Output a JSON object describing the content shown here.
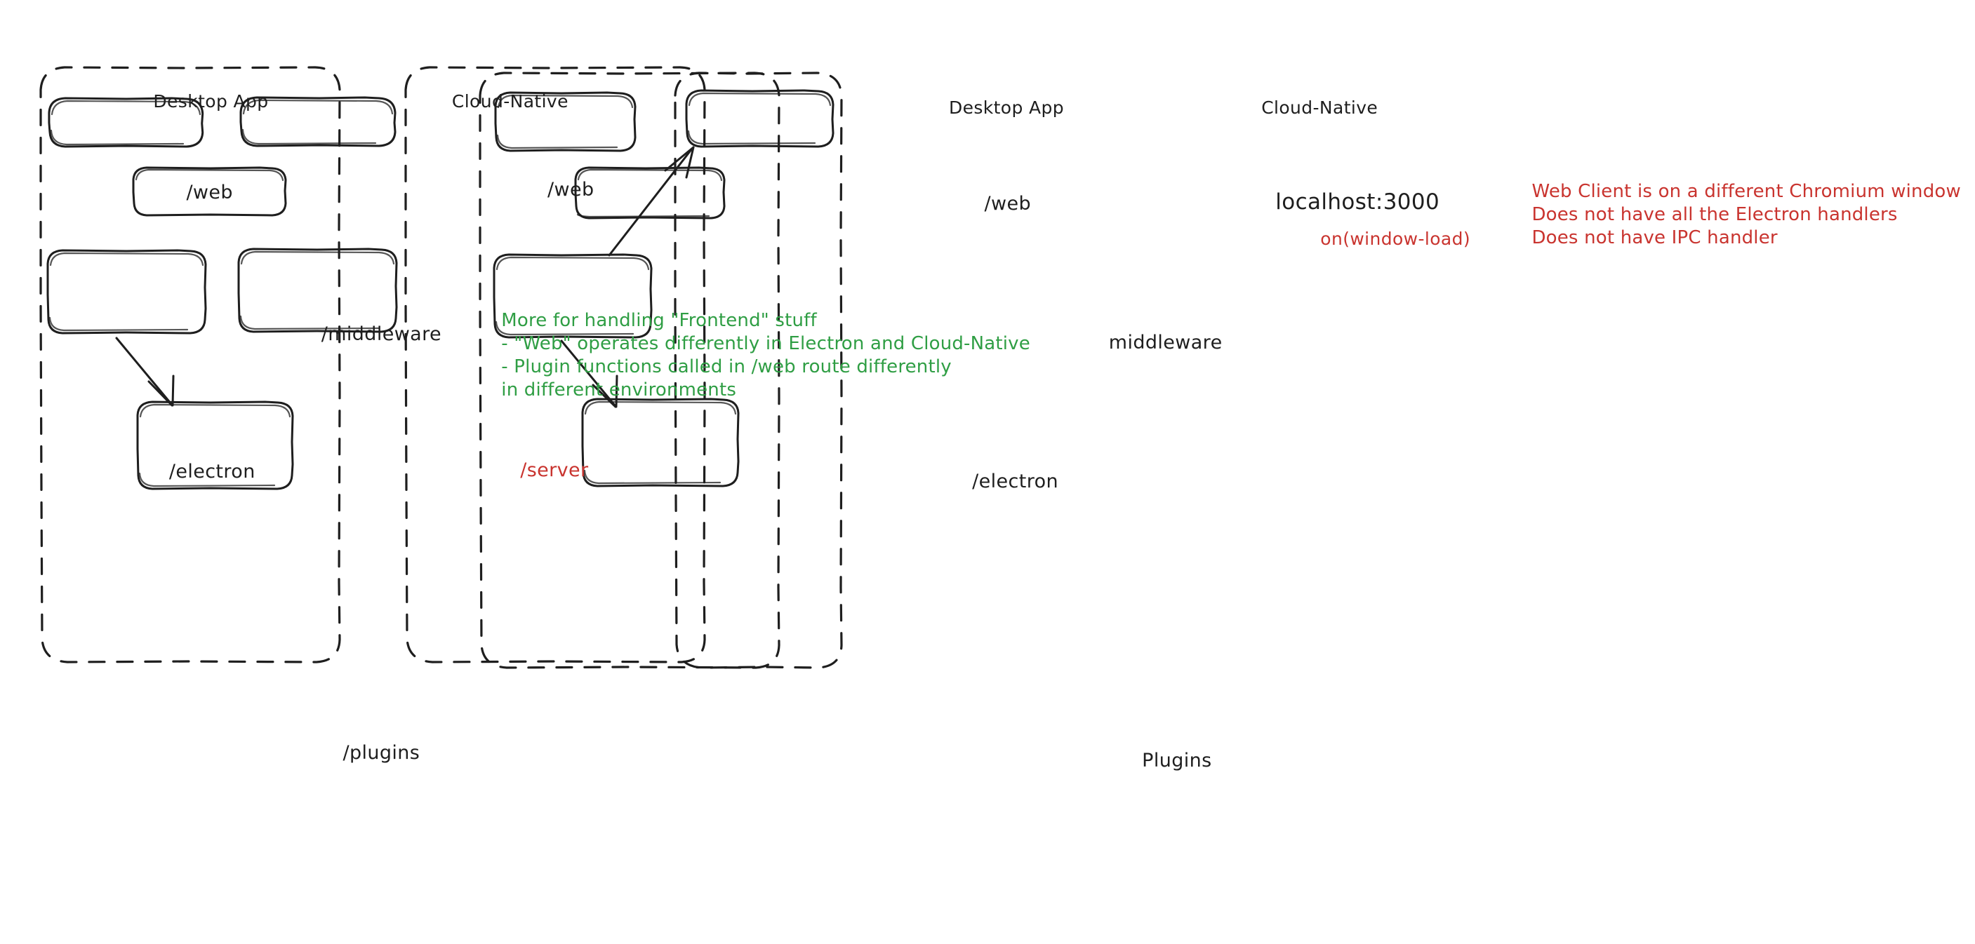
{
  "diagram": {
    "title_style": "hand-drawn whiteboard sketch",
    "colors": {
      "stroke": "#1e1e1e",
      "green_note": "#2f9e44",
      "red_note": "#c9342f",
      "background": "#ffffff"
    },
    "left_panel": {
      "groups": [
        {
          "id": "left-desktop-app",
          "label": "Desktop App"
        },
        {
          "id": "left-cloud-native",
          "label": "Cloud-Native"
        }
      ],
      "nodes": [
        {
          "id": "left-desktop-web",
          "label": "/web",
          "color": "#1e1e1e"
        },
        {
          "id": "left-cloud-web",
          "label": "/web",
          "color": "#1e1e1e"
        },
        {
          "id": "left-middleware",
          "label": "/middleware",
          "color": "#1e1e1e"
        },
        {
          "id": "left-electron",
          "label": "/electron",
          "color": "#1e1e1e"
        },
        {
          "id": "left-server",
          "label": "/server",
          "color": "#c9342f"
        },
        {
          "id": "left-plugins",
          "label": "/plugins",
          "color": "#1e1e1e"
        }
      ],
      "edges": [
        {
          "from": "left-electron",
          "to": "left-plugins",
          "arrow": true
        }
      ]
    },
    "right_panel": {
      "groups": [
        {
          "id": "right-desktop-app",
          "label": "Desktop App"
        },
        {
          "id": "right-cloud-native",
          "label": "Cloud-Native"
        }
      ],
      "nodes": [
        {
          "id": "right-desktop-web",
          "label": "/web",
          "color": "#1e1e1e"
        },
        {
          "id": "right-localhost",
          "label": "localhost:3000",
          "sublabel": "on(window-load)",
          "color": "#1e1e1e",
          "sublabel_color": "#c9342f"
        },
        {
          "id": "right-middleware",
          "label": "middleware",
          "color": "#1e1e1e"
        },
        {
          "id": "right-electron",
          "label": "/electron",
          "color": "#1e1e1e"
        },
        {
          "id": "right-plugins",
          "label": "Plugins",
          "color": "#1e1e1e"
        }
      ],
      "edges": [
        {
          "from": "right-electron",
          "to": "right-localhost",
          "arrow": true
        },
        {
          "from": "right-electron",
          "to": "right-plugins",
          "arrow": true
        }
      ]
    },
    "annotations": {
      "green_note": "More for handling \"Frontend\" stuff\n- \"Web\" operates differently in Electron and Cloud-Native\n- Plugin functions called in /web route differently\nin different environments",
      "red_note": "Web Client is on a different Chromium window\nDoes not have all the Electron handlers\nDoes not have IPC handler"
    }
  }
}
